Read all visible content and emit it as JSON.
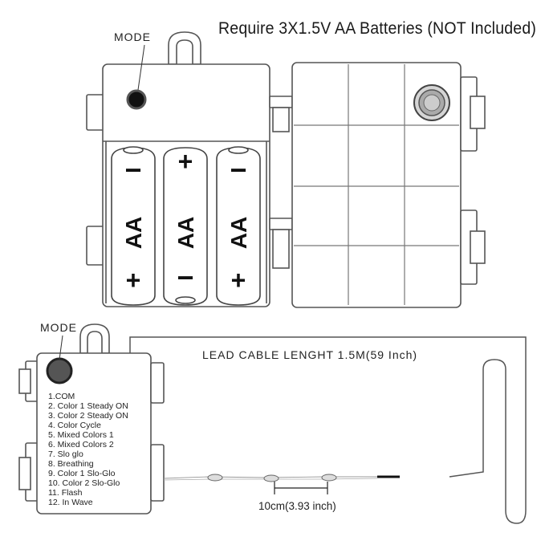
{
  "header": "Require 3X1.5V AA Batteries (NOT Included)",
  "mode_label_top": "MODE",
  "mode_label_bottom": "MODE",
  "battery_label": "AA",
  "batteries": [
    {
      "top_sign": "−",
      "bottom_sign": "+"
    },
    {
      "top_sign": "+",
      "bottom_sign": "−"
    },
    {
      "top_sign": "−",
      "bottom_sign": "+"
    }
  ],
  "cable_label": "LEAD CABLE LENGHT 1.5M(59 Inch)",
  "spacing_label": "10cm(3.93 inch)",
  "modes": [
    "1.COM",
    "2. Color 1 Steady ON",
    "3. Color 2 Steady ON",
    "4. Color Cycle",
    "5. Mixed Colors 1",
    "6. Mixed Colors 2",
    "7. Slo glo",
    "8. Breathing",
    "9. Color 1 Slo-Glo",
    "10. Color 2 Slo-Glo",
    "11. Flash",
    "12. In Wave"
  ]
}
